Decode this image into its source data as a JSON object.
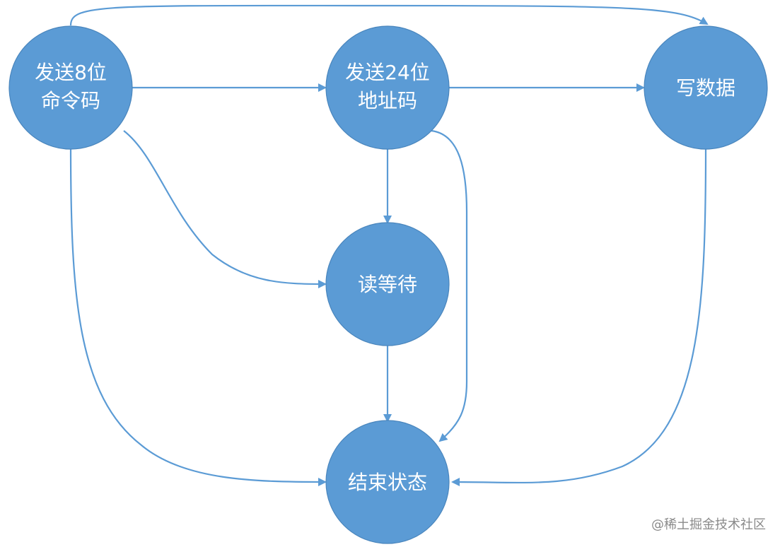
{
  "nodes": {
    "cmd": {
      "line1": "发送8位",
      "line2": "命令码"
    },
    "addr": {
      "line1": "发送24位",
      "line2": "地址码"
    },
    "write": {
      "label": "写数据"
    },
    "read_wait": {
      "label": "读等待"
    },
    "end": {
      "label": "结束状态"
    }
  },
  "watermark": "@稀土掘金技术社区",
  "colors": {
    "node_fill": "#5b9bd5",
    "edge": "#5b9bd5",
    "text": "#ffffff"
  }
}
